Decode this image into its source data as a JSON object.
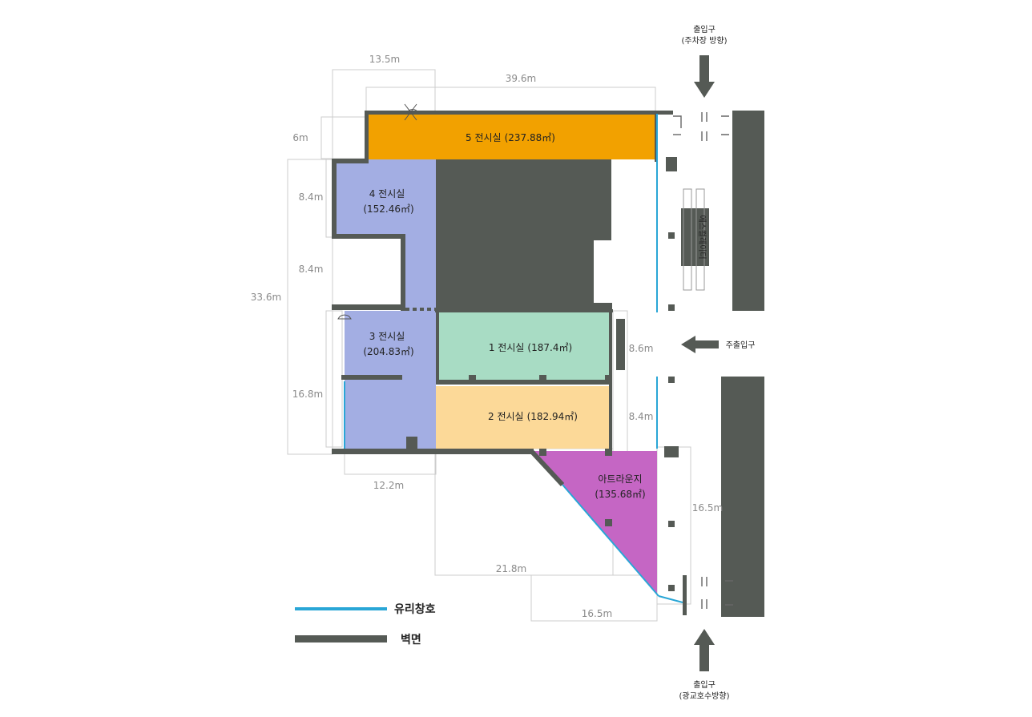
{
  "colors": {
    "wall": "#555a55",
    "glass": "#29a6d6",
    "room5": "#f2a100",
    "room4": "#a3aee3",
    "room3": "#a3aee3",
    "room1": "#a8dcc4",
    "room2": "#fcd998",
    "artlounge": "#c566c4",
    "dimension_line": "#c8c8c8"
  },
  "rooms": {
    "room5": {
      "name": "5 전시실",
      "area": "(237.88㎡)"
    },
    "room4": {
      "name": "4 전시실",
      "area": "(152.46㎡)"
    },
    "room3": {
      "name": "3 전시실",
      "area": "(204.83㎡)"
    },
    "room1": {
      "name": "1 전시실",
      "area": "(187.4㎡)"
    },
    "room2": {
      "name": "2 전시실",
      "area": "(182.94㎡)"
    },
    "artlounge": {
      "name": "아트라운지",
      "area": "(135.68㎡)"
    }
  },
  "dimensions": {
    "d13_5": "13.5m",
    "d39_6": "39.6m",
    "d6": "6m",
    "d8_4a": "8.4m",
    "d8_4b": "8.4m",
    "d33_6": "33.6m",
    "d16_8": "16.8m",
    "d12_2": "12.2m",
    "d8_6": "8.6m",
    "d8_4c": "8.4m",
    "d16_5a": "16.5m",
    "d21_8": "21.8m",
    "d16_5b": "16.5m"
  },
  "entrances": {
    "top": {
      "label": "출입구",
      "sub": "(주차장 방향)"
    },
    "main": {
      "label": "주출입구"
    },
    "bottom": {
      "label": "출입구",
      "sub": "(광교호수방향)"
    }
  },
  "escalator": {
    "label": "에스컬레이터"
  },
  "legend": {
    "glass": {
      "label": "유리창호"
    },
    "wall": {
      "label": "벽면"
    }
  }
}
